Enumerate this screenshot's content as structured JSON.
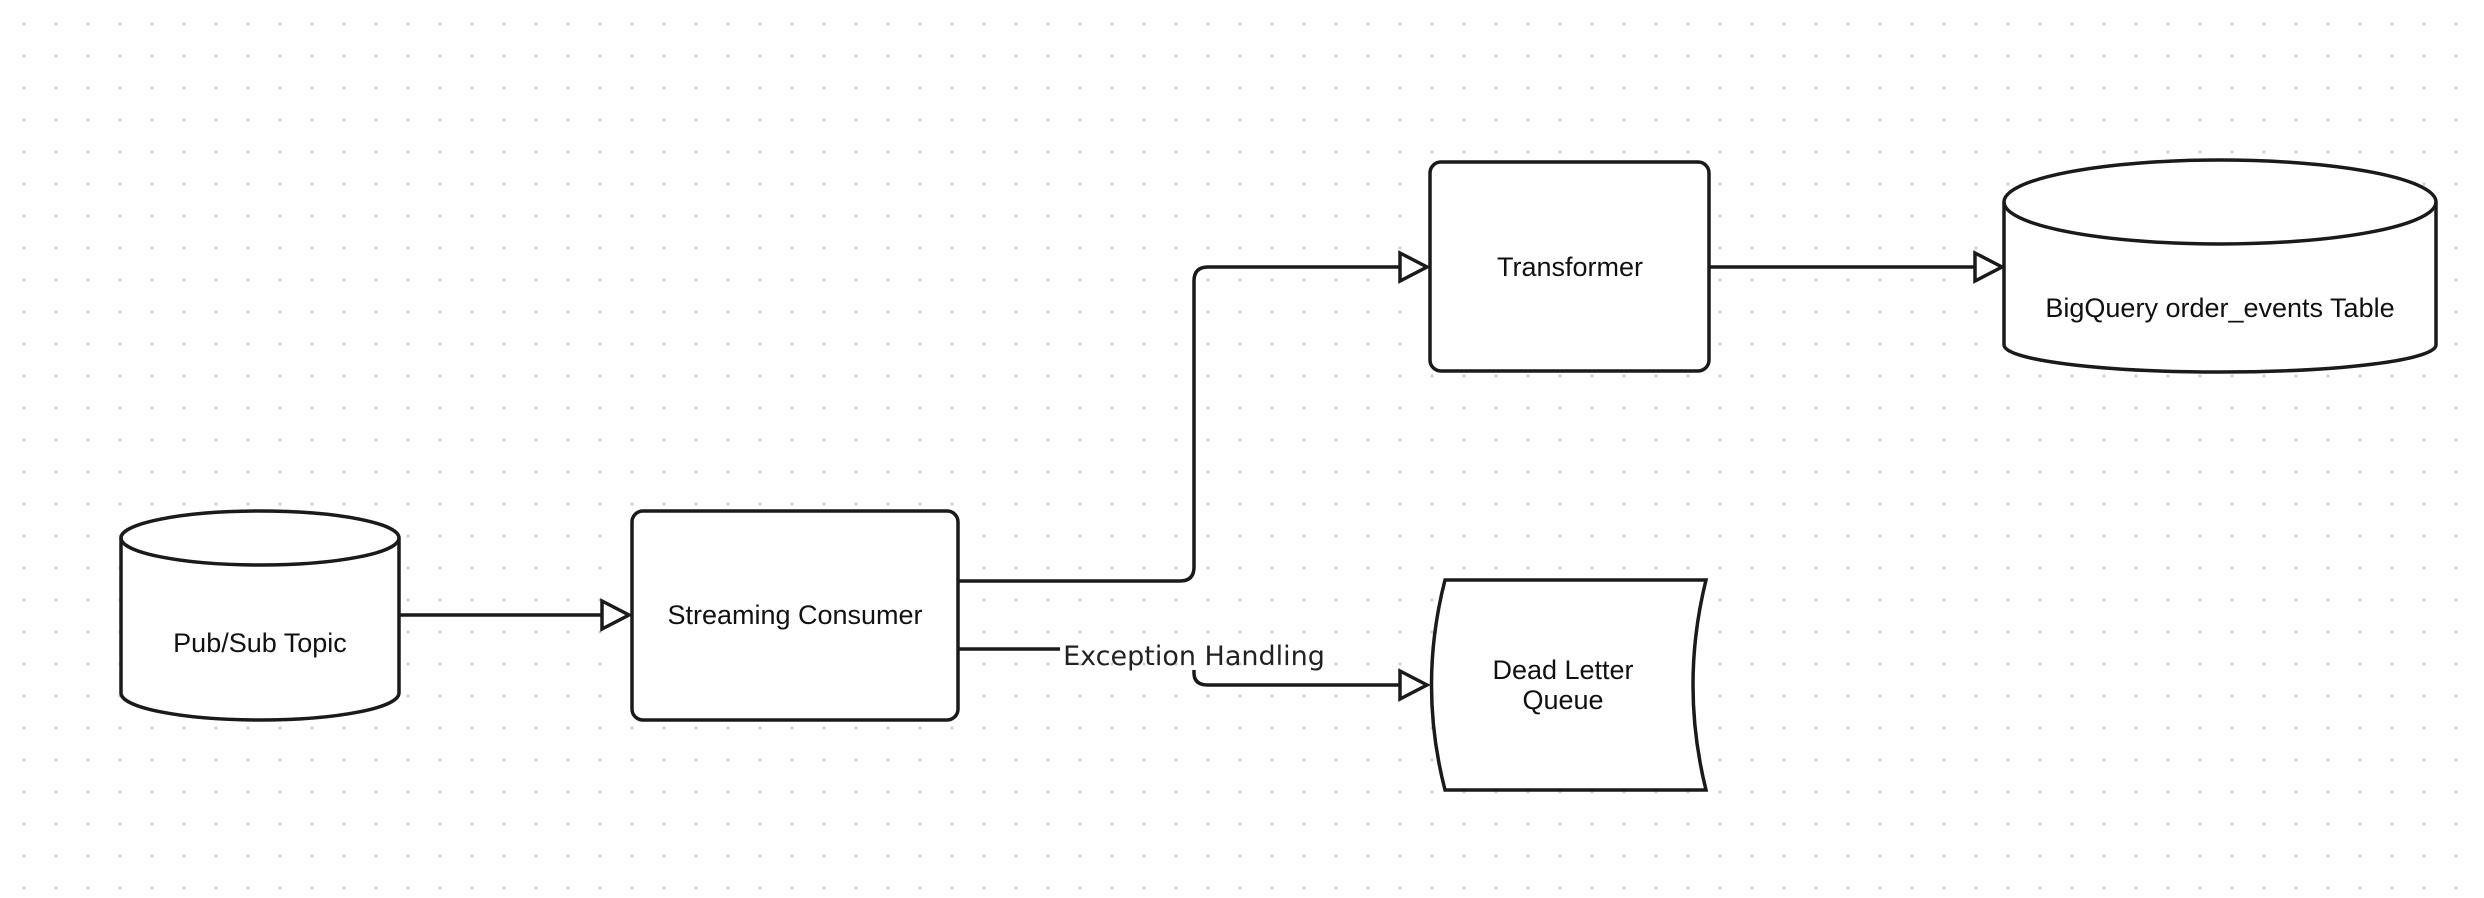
{
  "nodes": {
    "pubsub": {
      "label": "Pub/Sub Topic",
      "shape": "cylinder"
    },
    "consumer": {
      "label": "Streaming Consumer",
      "shape": "rounded-rectangle"
    },
    "transformer": {
      "label": "Transformer",
      "shape": "rounded-rectangle"
    },
    "bigquery": {
      "label": "BigQuery order_events Table",
      "shape": "cylinder"
    },
    "dlq": {
      "label_line1": "Dead Letter",
      "label_line2": "Queue",
      "shape": "stored-data"
    }
  },
  "edges": {
    "pubsub_to_consumer": {
      "from": "Pub/Sub Topic",
      "to": "Streaming Consumer"
    },
    "consumer_to_transformer": {
      "from": "Streaming Consumer",
      "to": "Transformer"
    },
    "transformer_to_bigquery": {
      "from": "Transformer",
      "to": "BigQuery order_events Table"
    },
    "consumer_to_dlq": {
      "from": "Streaming Consumer",
      "to": "Dead Letter Queue",
      "label": "Exception Handling"
    }
  },
  "colors": {
    "stroke": "#1a1a1a",
    "fill": "#ffffff",
    "grid_dot": "#d4d4d4"
  }
}
